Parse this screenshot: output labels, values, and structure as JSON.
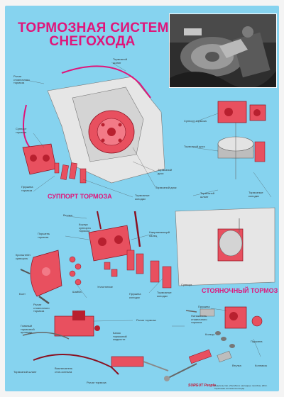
{
  "title": {
    "line1": "ТОРМОЗНАЯ СИСТЕМА",
    "line2": "СНЕГОХОДА"
  },
  "sections": {
    "caliper": "СУППОРТ ТОРМОЗА",
    "parking": "СТОЯНОЧНЫЙ ТОРМОЗ"
  },
  "labels": {
    "lever_top": "Рычаг\nстояночного\nтормоза",
    "cable_top": "Тормозной\nшланг",
    "caliper_a": "Суппорт\nтормоза",
    "spring_a": "Пружина\nтормоза",
    "disc_a": "Тормозной\nдиск",
    "pads_a": "Тормозные\nколодки",
    "fixed_pads": "Тормозные\nколодки",
    "mount_a": "Суппорт тормоза",
    "disc_b": "Тормозной диск",
    "cable_b": "Тормозной\nшланг",
    "disc_c": "Тормозной диск",
    "bolt_a": "Втулка",
    "caliper_body": "Корпус\nсуппорта\nтормоза",
    "piston_a": "Поршень\nтормоза",
    "bracket_a": "Кронштейн\nсуппорта",
    "parking_lever": "Рычаг\nстояночного\nтормоза",
    "washer_a": "Шайба",
    "seal_a": "Уплотнение",
    "spring_b": "Пружина\nколодок",
    "pads_b": "Тормозные\nколодки",
    "bolt_b": "Болт",
    "pin_a": "Направляющий\nпалец",
    "cylinder": "Главный\nтормозной\nцилиндр",
    "lever_main": "Рычаг тормоза",
    "reservoir": "Бачок\nтормозной\nжидкости",
    "hose_a": "Тормозной шланг",
    "switch_a": "Выключатель\nстоп-сигнала",
    "lever_bottom": "Рычаг тормоза",
    "spring_c": "Пружина",
    "adjust": "Натяжитель\nстояночного\nтормоза",
    "o_ring": "Кольцо",
    "bushing": "Втулка",
    "spring_d": "Пружина",
    "cap": "Колпачок",
    "support": "Суппорт"
  },
  "footer": {
    "logo": "SURGUT People",
    "text": "Издательство «Пособия и наглядные пособия» 2014 · Тормозная система снегохода"
  },
  "colors": {
    "background": "#86d3ef",
    "accent": "#e0157a",
    "part_red": "#e8505f",
    "part_dark": "#b8202f"
  }
}
